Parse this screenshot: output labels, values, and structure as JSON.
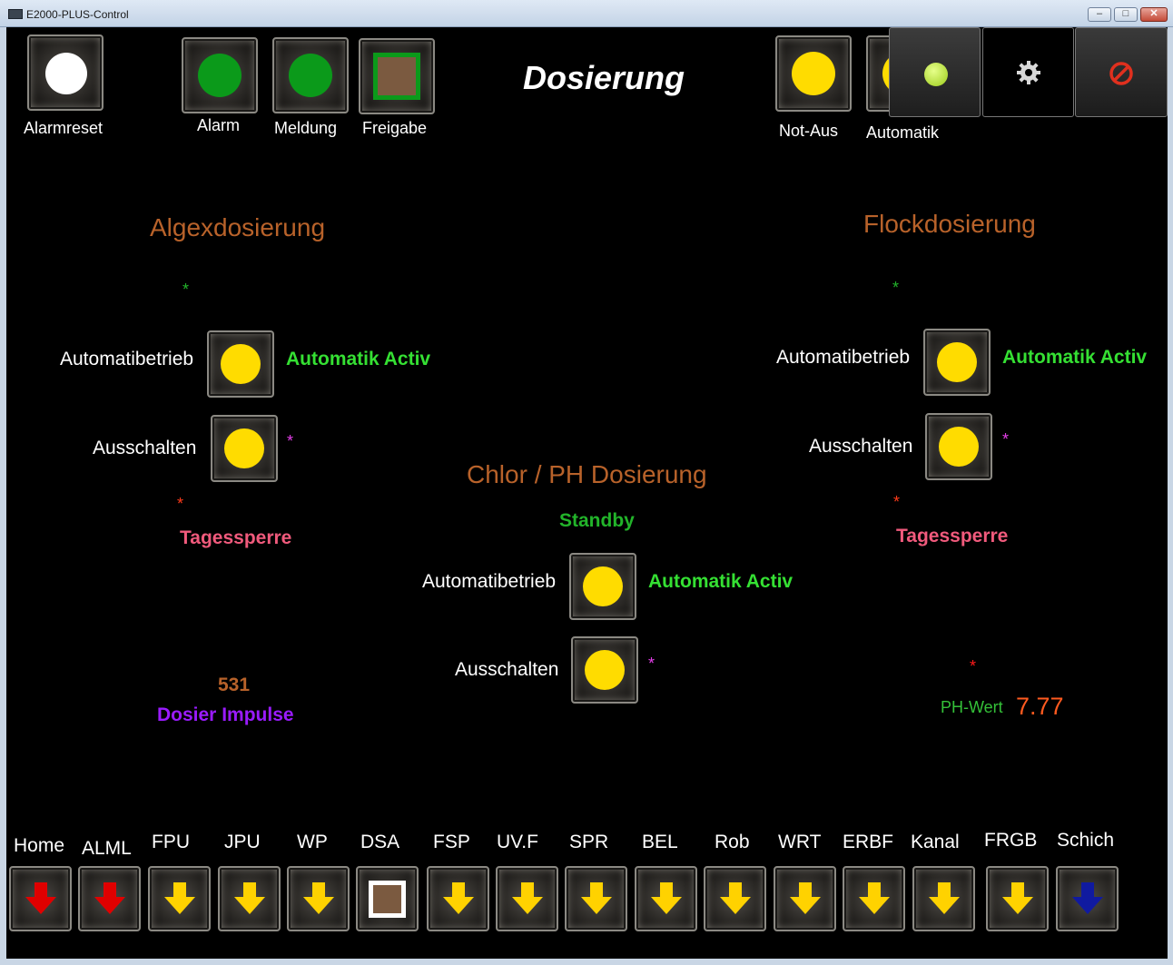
{
  "window": {
    "title": "E2000-PLUS-Control",
    "min_glyph": "–",
    "max_glyph": "□",
    "close_glyph": "✕"
  },
  "colors": {
    "lamp_yellow": "#ffdc00",
    "lamp_green": "#0b9a1a",
    "lamp_white": "#ffffff",
    "section_title": "#b8622a",
    "status_green": "#35e033",
    "standby_green": "#22b42a",
    "tagessperre": "#f05a7c",
    "impulse_purple": "#9a1bff",
    "magenta_star": "#e33ee8",
    "red_star": "#ff3b1a",
    "arrow_red": "#e00000",
    "arrow_yellow": "#ffd200",
    "arrow_blue": "#101aa0",
    "ph_label": "#34c038",
    "ph_value": "#ff5a1f"
  },
  "header": {
    "title": "Dosierung",
    "alarmreset": "Alarmreset",
    "alarm": "Alarm",
    "meldung": "Meldung",
    "freigabe": "Freigabe",
    "notaus": "Not-Aus",
    "automatik": "Automatik",
    "panel_icons": [
      "status-dot-icon",
      "gear-icon",
      "no-entry-icon"
    ]
  },
  "algex": {
    "title": "Algexdosierung",
    "star": "*",
    "auto_label": "Automatibetrieb",
    "auto_status": "Automatik Activ",
    "off_label": "Ausschalten",
    "off_star": "*",
    "red_star": "*",
    "tagessperre": "Tagessperre",
    "impulse_value": "531",
    "impulse_label": "Dosier Impulse"
  },
  "chlor": {
    "title": "Chlor / PH Dosierung",
    "status": "Standby",
    "auto_label": "Automatibetrieb",
    "auto_status": "Automatik Activ",
    "off_label": "Ausschalten",
    "off_star": "*"
  },
  "flock": {
    "title": "Flockdosierung",
    "star": "*",
    "auto_label": "Automatibetrieb",
    "auto_status": "Automatik Activ",
    "off_label": "Ausschalten",
    "off_star": "*",
    "red_star": "*",
    "tagessperre": "Tagessperre",
    "ph_star": "*",
    "ph_label": "PH-Wert",
    "ph_value": "7.77"
  },
  "nav": [
    {
      "label": "Home",
      "icon": "arrow-down-icon",
      "color": "red"
    },
    {
      "label": "ALML",
      "icon": "arrow-down-icon",
      "color": "red"
    },
    {
      "label": "FPU",
      "icon": "arrow-down-icon",
      "color": "yellow"
    },
    {
      "label": "JPU",
      "icon": "arrow-down-icon",
      "color": "yellow"
    },
    {
      "label": "WP",
      "icon": "arrow-down-icon",
      "color": "yellow"
    },
    {
      "label": "DSA",
      "icon": "square-icon",
      "color": "white"
    },
    {
      "label": "FSP",
      "icon": "arrow-down-icon",
      "color": "yellow"
    },
    {
      "label": "UV.F",
      "icon": "arrow-down-icon",
      "color": "yellow"
    },
    {
      "label": "SPR",
      "icon": "arrow-down-icon",
      "color": "yellow"
    },
    {
      "label": "BEL",
      "icon": "arrow-down-icon",
      "color": "yellow"
    },
    {
      "label": "Rob",
      "icon": "arrow-down-icon",
      "color": "yellow"
    },
    {
      "label": "WRT",
      "icon": "arrow-down-icon",
      "color": "yellow"
    },
    {
      "label": "ERBF",
      "icon": "arrow-down-icon",
      "color": "yellow"
    },
    {
      "label": "Kanal",
      "icon": "arrow-down-icon",
      "color": "yellow"
    },
    {
      "label": "FRGB",
      "icon": "arrow-down-icon",
      "color": "yellow"
    },
    {
      "label": "Schich",
      "icon": "arrow-down-icon",
      "color": "blue"
    }
  ]
}
